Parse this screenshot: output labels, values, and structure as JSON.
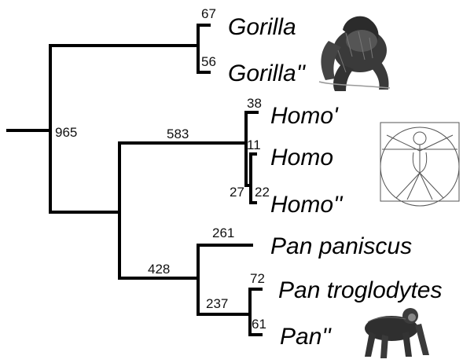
{
  "tree": {
    "taxa": {
      "gorilla": "Gorilla",
      "gorilla2": "Gorilla''",
      "homo1": "Homo'",
      "homo": "Homo",
      "homo2": "Homo''",
      "pan_paniscus": "Pan paniscus",
      "pan_troglodytes": "Pan troglodytes",
      "pan2": "Pan''"
    },
    "support": {
      "root": "965",
      "gorilla": "67",
      "gorilla2": "56",
      "homo_clade": "583",
      "homo1": "38",
      "homo": "11",
      "homo_inner": "27",
      "homo2": "22",
      "pan_clade": "428",
      "pan_paniscus": "261",
      "pan_troglodytes_clade": "237",
      "pan_troglodytes": "72",
      "pan2": "61"
    },
    "illustrations": [
      "gorilla-illustration",
      "vitruvian-man-illustration",
      "chimpanzee-illustration"
    ]
  }
}
